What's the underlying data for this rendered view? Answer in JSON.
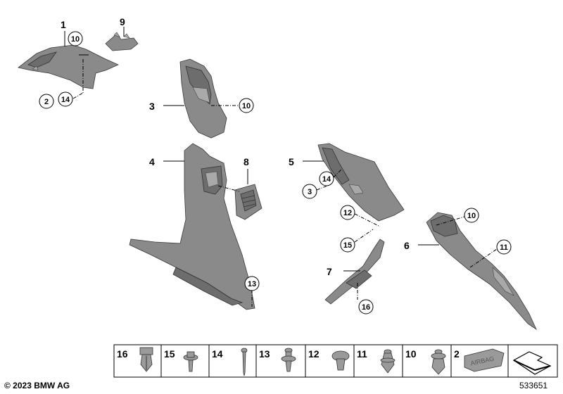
{
  "callouts": {
    "p1": "1",
    "p9": "9",
    "p10a": "10",
    "p2a": "2",
    "p14a": "14",
    "p3": "3",
    "p10b": "10",
    "p4": "4",
    "p8": "8",
    "p13": "13",
    "p5": "5",
    "p14b": "14",
    "p3b": "3",
    "p12": "12",
    "p15": "15",
    "p7": "7",
    "p16": "16",
    "p6": "6",
    "p10c": "10",
    "p11": "11"
  },
  "legend": {
    "items": [
      "16",
      "15",
      "14",
      "13",
      "12",
      "11",
      "10",
      "2"
    ],
    "airbag_text": "AIRBAG"
  },
  "footer": {
    "copyright": "© 2023 BMW AG",
    "doc_number": "533651"
  }
}
